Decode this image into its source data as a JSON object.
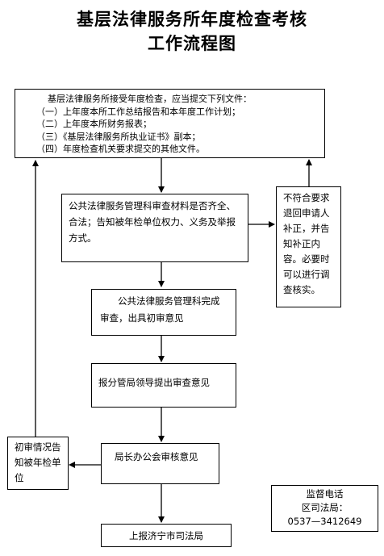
{
  "title": {
    "line1": "基层法律服务所年度检查考核",
    "line2": "工作流程图"
  },
  "boxes": {
    "submit": {
      "heading": "基层法律服务所接受年度检查，应当提交下列文件：",
      "items": [
        "（一）上年度本所工作总结报告和本年度工作计划；",
        "（二）上年度本所财务报表；",
        "（三）《基层法律服务所执业证书》副本；",
        "（四）年度检查机关要求提交的其他文件。"
      ]
    },
    "review": "公共法律服务管理科审查材料是否齐全、合法；告知被年检单位权力、义务及举报方式。",
    "reject": "不符合要求退回申请人补正，并告知补正内容。必要时可以进行调查核实。",
    "initial": "公共法律服务管理科完成审查，出具初审意见",
    "leader": "报分管局领导提出审查意见",
    "office": "局长办公会审核意见",
    "notify": "初审情况告知被年检单位",
    "report": "上报济宁市司法局"
  },
  "hotline": {
    "label": "监督电话",
    "dept": "区司法局：",
    "phone": "0537—3412649"
  }
}
